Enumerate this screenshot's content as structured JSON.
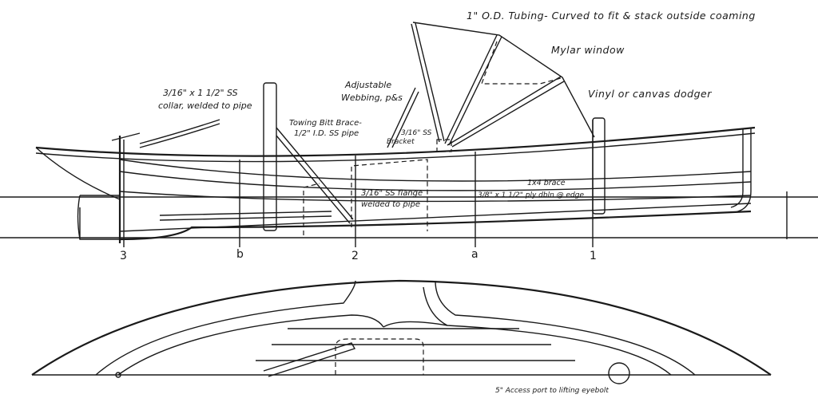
{
  "profile_labels": {
    "collar_1": "3/16\" x 1 1/2\" SS",
    "collar_2": "collar, welded to pipe",
    "webbing_1": "Adjustable",
    "webbing_2": "Webbing, p&s",
    "bitt_1": "Towing Bitt Brace-",
    "bitt_2": "1/2\" I.D. SS pipe",
    "bracket_1": "3/16\" SS",
    "bracket_2": "Bracket",
    "flange_1": "3/16\" SS flange",
    "flange_2": "welded to pipe",
    "tubing": "1\" O.D. Tubing- Curved to fit & stack outside coaming",
    "mylar": "Mylar window",
    "dodger": "Vinyl or canvas dodger",
    "brace": "1x4 brace",
    "ply": "3/8\" x 1 1/2\" ply dbln @ edge"
  },
  "stations": [
    "3",
    "b",
    "2",
    "a",
    "1"
  ],
  "plan_labels": {
    "access_port": "5\" Access port to lifting eyebolt"
  }
}
